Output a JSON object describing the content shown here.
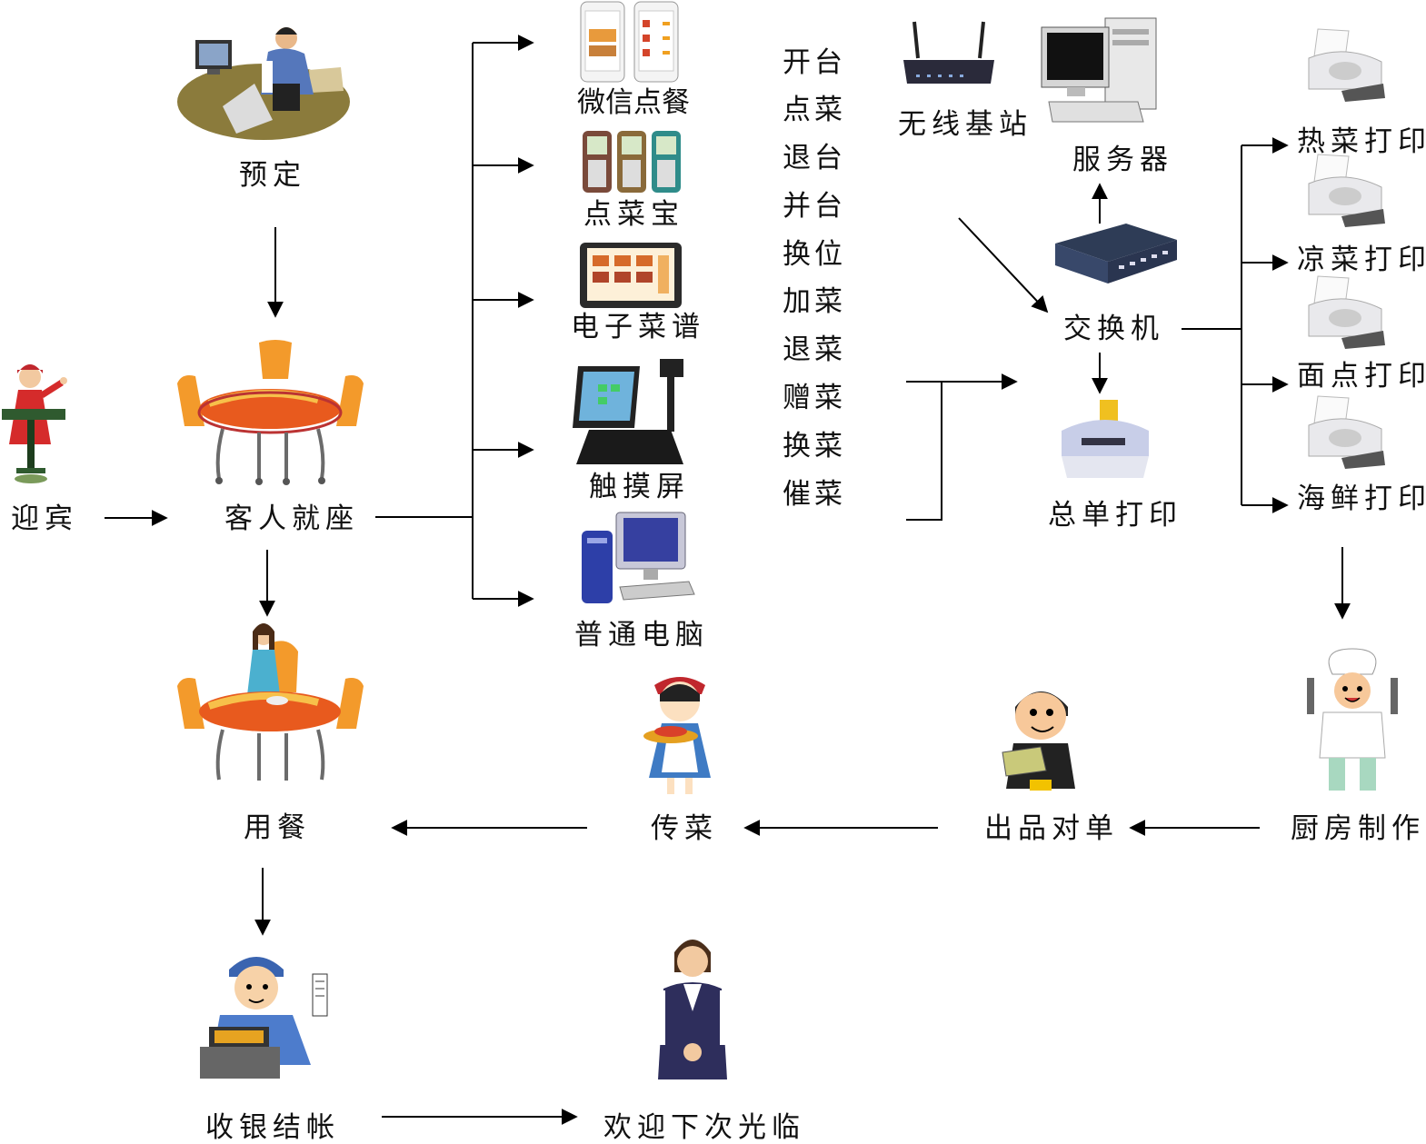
{
  "nodes": {
    "reserve": "预定",
    "greet": "迎宾",
    "seat": "客人就座",
    "dine": "用餐",
    "checkout": "收银结帐",
    "farewell": "欢迎下次光临",
    "serve": "传菜",
    "check_order": "出品对单",
    "kitchen": "厨房制作"
  },
  "devices": [
    "微信点餐",
    "点菜宝",
    "电子菜谱",
    "触摸屏",
    "普通电脑"
  ],
  "operations": [
    "开台",
    "点菜",
    "退台",
    "并台",
    "换位",
    "加菜",
    "退菜",
    "赠菜",
    "换菜",
    "催菜"
  ],
  "network": {
    "wireless": "无线基站",
    "server": "服务器",
    "switch": "交换机",
    "master_print": "总单打印"
  },
  "printers": [
    "热菜打印",
    "凉菜打印",
    "面点打印",
    "海鲜打印"
  ],
  "icons": [
    "office-worker-icon",
    "hostess-icon",
    "table-chairs-icon",
    "dining-woman-icon",
    "cashier-icon",
    "receptionist-icon",
    "waitress-icon",
    "checker-man-icon",
    "chef-icon",
    "smartphone-icon",
    "handheld-device-icon",
    "tablet-icon",
    "pos-terminal-icon",
    "desktop-pc-icon",
    "router-icon",
    "server-pc-icon",
    "network-switch-icon",
    "inkjet-printer-icon",
    "kitchen-printer-icon"
  ]
}
